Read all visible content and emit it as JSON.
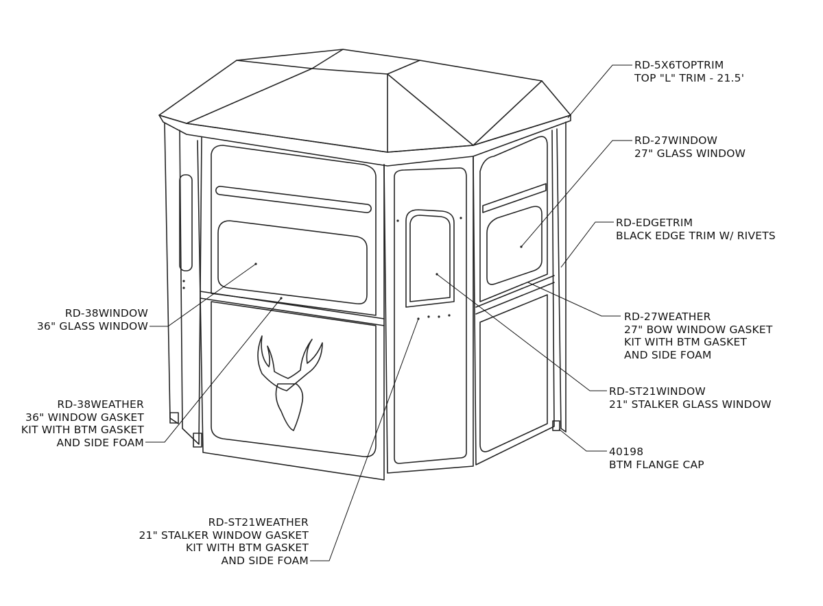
{
  "callouts": {
    "top_trim": {
      "part": "RD-5X6TOPTRIM",
      "lines": [
        "TOP \"L\" TRIM - 21.5'"
      ]
    },
    "window_27": {
      "part": "RD-27WINDOW",
      "lines": [
        "27\" GLASS WINDOW"
      ]
    },
    "edge_trim": {
      "part": "RD-EDGETRIM",
      "lines": [
        "BLACK EDGE TRIM W/ RIVETS"
      ]
    },
    "weather_27": {
      "part": "RD-27WEATHER",
      "lines": [
        "27\" BOW WINDOW GASKET",
        "KIT WITH BTM GASKET",
        "AND SIDE FOAM"
      ]
    },
    "window_st21": {
      "part": "RD-ST21WINDOW",
      "lines": [
        "21\" STALKER GLASS WINDOW"
      ]
    },
    "flange_cap": {
      "part": "40198",
      "lines": [
        "BTM FLANGE CAP"
      ]
    },
    "window_38": {
      "part": "RD-38WINDOW",
      "lines": [
        "36\" GLASS WINDOW"
      ]
    },
    "weather_38": {
      "part": "RD-38WEATHER",
      "lines": [
        "36\" WINDOW GASKET",
        "KIT WITH BTM GASKET",
        "AND SIDE FOAM"
      ]
    },
    "weather_st21": {
      "part": "RD-ST21WEATHER",
      "lines": [
        "21\" STALKER WINDOW GASKET",
        "KIT WITH BTM GASKET",
        "AND SIDE FOAM"
      ]
    }
  }
}
